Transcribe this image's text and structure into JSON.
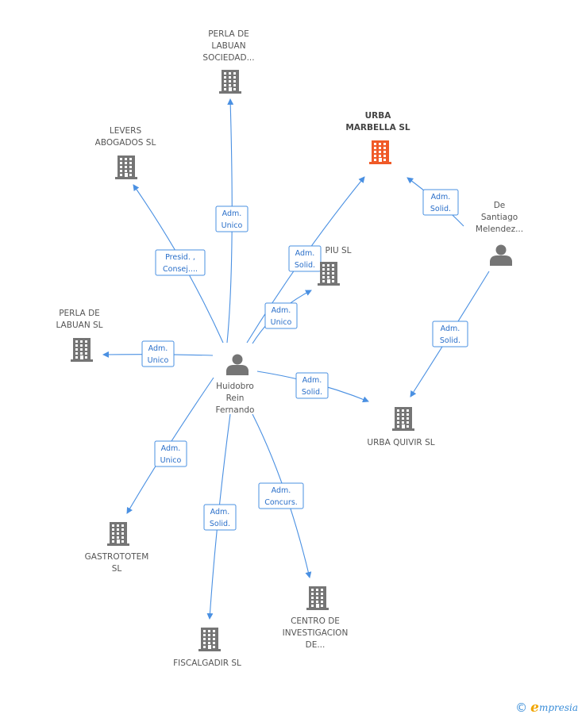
{
  "nodes": {
    "perla_labuan_sociedad": {
      "type": "company",
      "label": [
        "PERLA DE",
        "LABUAN",
        "SOCIEDAD..."
      ]
    },
    "urba_marbella": {
      "type": "company",
      "label": [
        "URBA",
        "MARBELLA SL"
      ],
      "focus": true
    },
    "levers_abogados": {
      "type": "company",
      "label": [
        "LEVERS",
        "ABOGADOS SL"
      ]
    },
    "de_santiago": {
      "type": "person",
      "label": [
        "De",
        "Santiago",
        "Melendez..."
      ]
    },
    "piu": {
      "type": "company",
      "label": [
        "PIU SL"
      ]
    },
    "perla_labuan_sl": {
      "type": "company",
      "label": [
        "PERLA DE",
        "LABUAN SL"
      ]
    },
    "huidobro": {
      "type": "person",
      "label": [
        "Huidobro",
        "Rein",
        "Fernando"
      ]
    },
    "urba_quivir": {
      "type": "company",
      "label": [
        "URBA QUIVIR SL"
      ]
    },
    "gastrototem": {
      "type": "company",
      "label": [
        "GASTROTOTEM",
        "SL"
      ]
    },
    "centro_investigacion": {
      "type": "company",
      "label": [
        "CENTRO DE",
        "INVESTIGACION",
        "DE..."
      ]
    },
    "fiscalgadir": {
      "type": "company",
      "label": [
        "FISCALGADIR SL"
      ]
    }
  },
  "edges": [
    {
      "from": "huidobro",
      "to": "perla_labuan_sociedad",
      "role": [
        "Adm.",
        "Unico"
      ]
    },
    {
      "from": "huidobro",
      "to": "levers_abogados",
      "role": [
        "Presid. ,",
        "Consej...."
      ]
    },
    {
      "from": "huidobro",
      "to": "urba_marbella",
      "role": [
        "Adm.",
        "Solid."
      ]
    },
    {
      "from": "huidobro",
      "to": "piu",
      "role": [
        "Adm.",
        "Unico"
      ]
    },
    {
      "from": "huidobro",
      "to": "perla_labuan_sl",
      "role": [
        "Adm.",
        "Unico"
      ]
    },
    {
      "from": "huidobro",
      "to": "urba_quivir",
      "role": [
        "Adm.",
        "Solid."
      ]
    },
    {
      "from": "huidobro",
      "to": "gastrototem",
      "role": [
        "Adm.",
        "Unico"
      ]
    },
    {
      "from": "huidobro",
      "to": "fiscalgadir",
      "role": [
        "Adm.",
        "Solid."
      ]
    },
    {
      "from": "huidobro",
      "to": "centro_investigacion",
      "role": [
        "Adm.",
        "Concurs."
      ]
    },
    {
      "from": "de_santiago",
      "to": "urba_marbella",
      "role": [
        "Adm.",
        "Solid."
      ]
    },
    {
      "from": "de_santiago",
      "to": "urba_quivir",
      "role": [
        "Adm.",
        "Solid."
      ]
    }
  ],
  "colors": {
    "edge": "#4a90e2",
    "company_icon": "#757575",
    "focus_icon": "#f05a28",
    "person_icon": "#757575"
  },
  "brand": {
    "copyright": "©",
    "e": "e",
    "name": "mpresia"
  }
}
